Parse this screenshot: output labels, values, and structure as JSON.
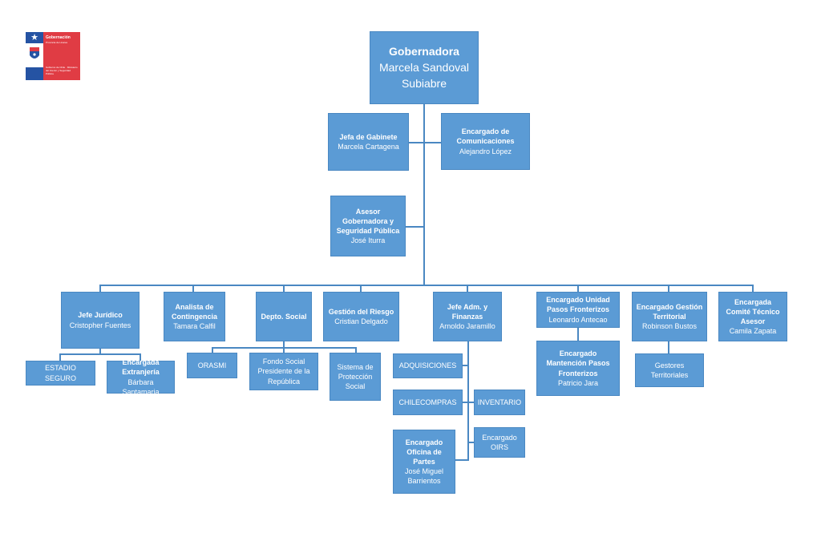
{
  "logo": {
    "title": "Gobernación",
    "subtitle": "Provincia de Linares",
    "ministry": "Gobierno de Chile · Ministerio del Interior y Seguridad Pública"
  },
  "gobernadora": {
    "title": "Gobernadora",
    "name_line1": "Marcela Sandoval",
    "name_line2": "Subiabre"
  },
  "gabinete": {
    "title": "Jefa de Gabinete",
    "name": "Marcela Cartagena"
  },
  "comunicaciones": {
    "title": "Encargado de Comunicaciones",
    "name": "Alejandro López"
  },
  "asesor": {
    "title": "Asesor Gobernadora y Seguridad Pública",
    "name": "José Iturra"
  },
  "juridico": {
    "title": "Jefe Jurídico",
    "name": "Cristopher Fuentes"
  },
  "estadio": {
    "title": "ESTADIO SEGURO"
  },
  "extranjeria": {
    "title": "Encargada Extranjería",
    "name": "Bárbara Santamaria"
  },
  "contingencia": {
    "title": "Analista de Contingencia",
    "name": "Tamara Calfil"
  },
  "social": {
    "title": "Depto. Social"
  },
  "orasmi": {
    "title": "ORASMI"
  },
  "fondo": {
    "title": "Fondo Social Presidente de la República"
  },
  "proteccion": {
    "title": "Sistema de Protección Social"
  },
  "riesgo": {
    "title": "Gestión del Riesgo",
    "name": "Cristian Delgado"
  },
  "finanzas": {
    "title": "Jefe Adm. y Finanzas",
    "name": "Arnoldo Jaramillo"
  },
  "adquisiciones": {
    "title": "ADQUISICIONES"
  },
  "chilecompras": {
    "title": "CHILECOMPRAS"
  },
  "inventario": {
    "title": "INVENTARIO"
  },
  "oirs": {
    "title": "Encargado OIRS"
  },
  "partes": {
    "title": "Encargado Oficina de Partes",
    "name": "José Miguel Barrientos"
  },
  "pasos": {
    "title": "Encargado Unidad Pasos Fronterizos",
    "name": "Leonardo Antecao"
  },
  "mantencion": {
    "title": "Encargado Mantención Pasos Fronterizos",
    "name": "Patricio Jara"
  },
  "territorial": {
    "title": "Encargado Gestión Territorial",
    "name": "Robinson Bustos"
  },
  "gestores": {
    "title": "Gestores Territoriales"
  },
  "comite": {
    "title": "Encargada Comité Técnico Asesor",
    "name": "Camila Zapata"
  }
}
